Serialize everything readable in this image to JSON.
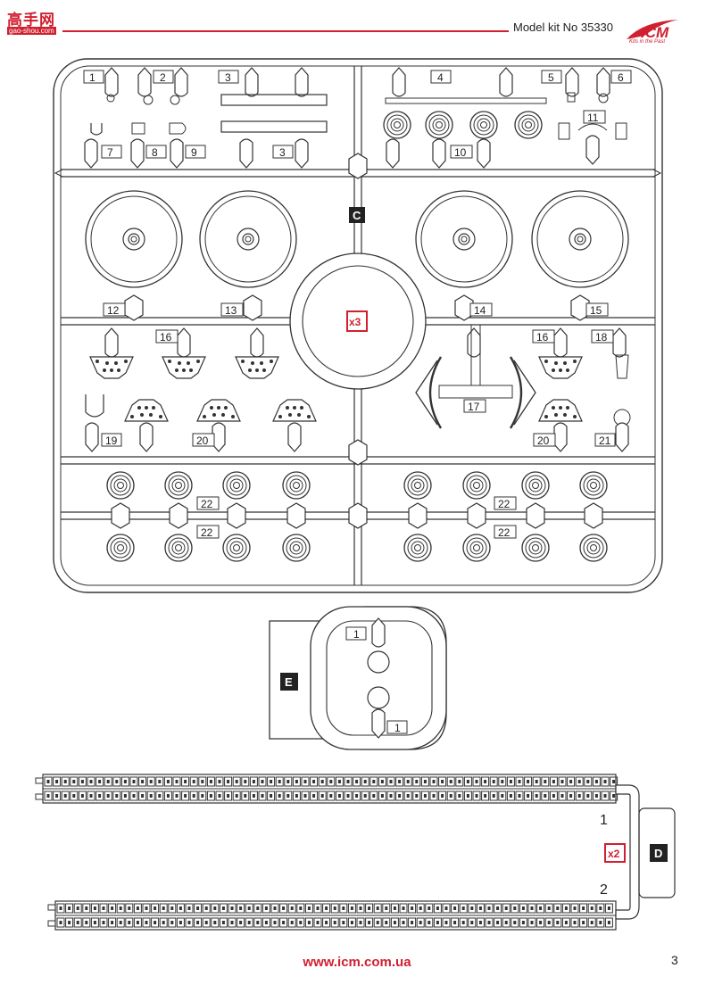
{
  "header": {
    "title": "Model kit No 35330",
    "watermark_cn": "高手网",
    "watermark_en": "gao-shou.com",
    "brand": "ICM",
    "brand_slogan": "Kits in the Past"
  },
  "sprue_c": {
    "letter": "C",
    "multiplier": "x3",
    "part_labels": [
      "1",
      "2",
      "3",
      "3",
      "4",
      "5",
      "6",
      "7",
      "8",
      "9",
      "10",
      "11",
      "12",
      "13",
      "14",
      "15",
      "16",
      "16",
      "17",
      "18",
      "19",
      "20",
      "20",
      "21",
      "22",
      "22",
      "22",
      "22"
    ]
  },
  "sprue_e": {
    "letter": "E",
    "part_labels": [
      "1",
      "1"
    ]
  },
  "sprue_d": {
    "letter": "D",
    "multiplier": "x2",
    "track_labels": [
      "1",
      "2"
    ]
  },
  "footer": {
    "url": "www.icm.com.ua",
    "page_number": "3"
  }
}
